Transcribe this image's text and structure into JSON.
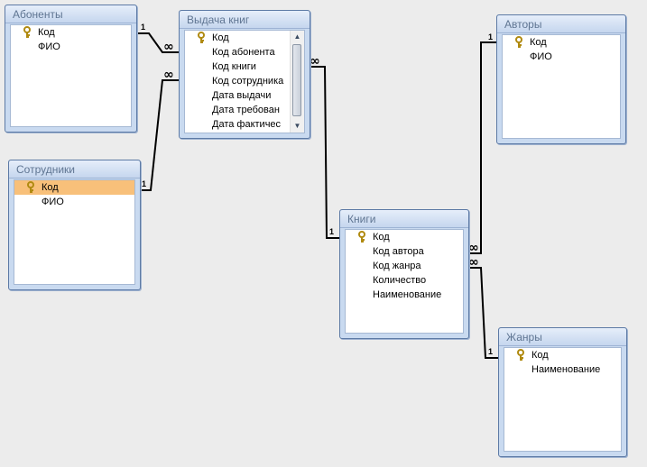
{
  "tables": {
    "abonenty": {
      "title": "Абоненты",
      "fields": [
        "Код",
        "ФИО"
      ]
    },
    "vydacha": {
      "title": "Выдача книг",
      "fields": [
        "Код",
        "Код абонента",
        "Код книги",
        "Код сотрудника",
        "Дата выдачи",
        "Дата требован",
        "Дата фактичес"
      ]
    },
    "sotrudniki": {
      "title": "Сотрудники",
      "fields": [
        "Код",
        "ФИО"
      ]
    },
    "avtory": {
      "title": "Авторы",
      "fields": [
        "Код",
        "ФИО"
      ]
    },
    "knigi": {
      "title": "Книги",
      "fields": [
        "Код",
        "Код автора",
        "Код жанра",
        "Количество",
        "Наименование"
      ]
    },
    "zhanry": {
      "title": "Жанры",
      "fields": [
        "Код",
        "Наименование"
      ]
    }
  },
  "relationships": {
    "one_label": "1",
    "many_label": "∞"
  },
  "icons": {
    "primary_key": "key-icon"
  },
  "colors": {
    "selected_row": "#f8c07a",
    "title_text": "#5f7592"
  }
}
